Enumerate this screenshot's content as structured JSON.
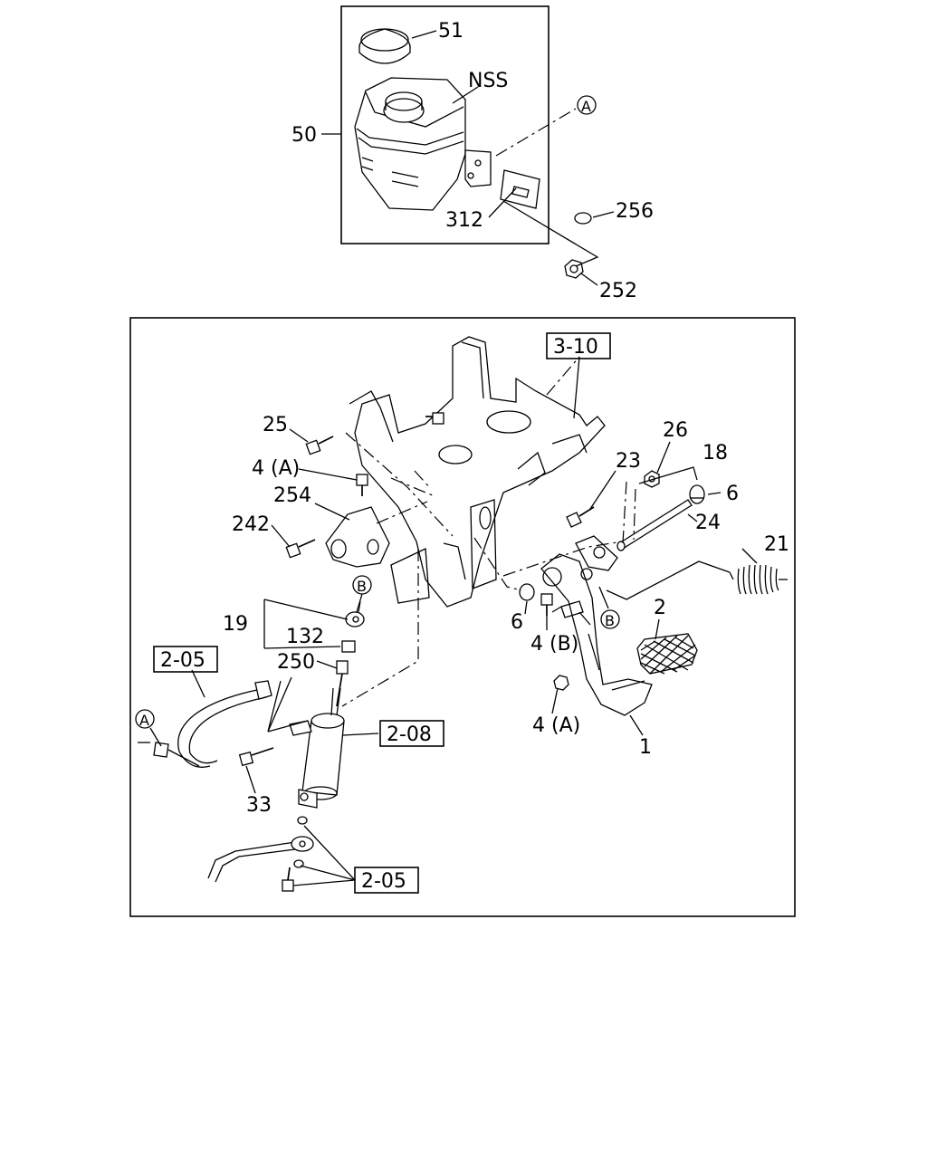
{
  "callouts": {
    "c51": "51",
    "nss": "NSS",
    "c50": "50",
    "c312": "312",
    "c256": "256",
    "c252": "252",
    "ref_a_top": "A",
    "ref_3_10": "3-10",
    "c25": "25",
    "c4a_upper": "4 (A)",
    "c254": "254",
    "c242": "242",
    "c23": "23",
    "c26": "26",
    "c18": "18",
    "c6_right": "6",
    "c24": "24",
    "c21": "21",
    "ref_b_left": "B",
    "c19": "19",
    "c132": "132",
    "c250": "250",
    "c6_mid": "6",
    "c4b": "4 (B)",
    "ref_b_right": "B",
    "c2": "2",
    "ref_2_05_upper": "2-05",
    "ref_a_left": "A",
    "ref_2_08": "2-08",
    "c4a_lower": "4 (A)",
    "c1": "1",
    "c33": "33",
    "ref_2_05_lower": "2-05"
  }
}
